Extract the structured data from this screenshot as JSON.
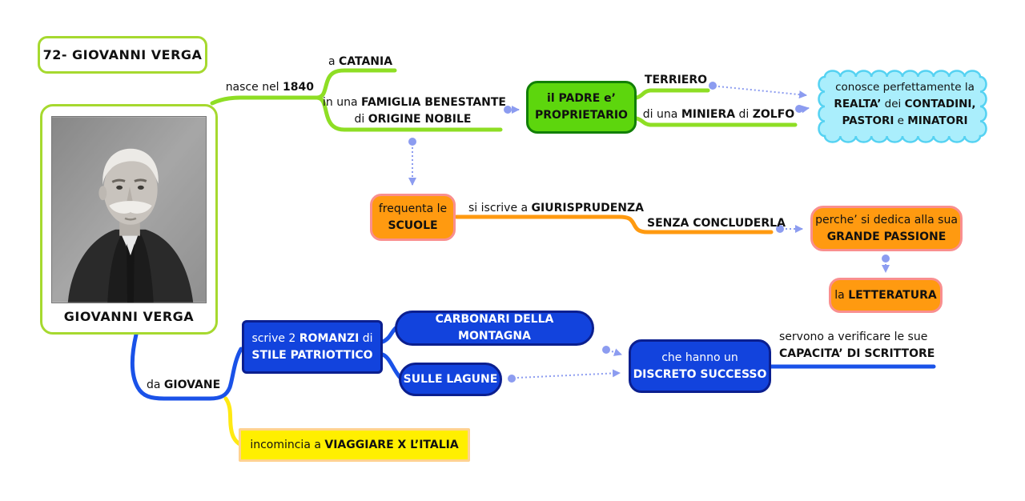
{
  "palette": {
    "green_line": "#8ede24",
    "green_border": "#a6d92f",
    "green_box_fill": "#5dd60d",
    "green_box_border": "#117f06",
    "orange_fill": "#ff9a10",
    "orange_border": "#f98f8f",
    "cyan_fill": "#aaeefc",
    "cyan_border": "#55d2f2",
    "blue_fill": "#1243dd",
    "blue_border": "#0b1f8f",
    "blue_line": "#1a52e8",
    "yellow_fill": "#ffef00",
    "yellow_border": "#ffd28f",
    "dotted_arrow": "#8c9cf0"
  },
  "title": {
    "text": "72- GIOVANNI VERGA"
  },
  "photo": {
    "caption": "GIOVANNI VERGA"
  },
  "labels": {
    "nasce": {
      "pre": "nasce nel ",
      "bold": "1840"
    },
    "catania": {
      "pre": "a ",
      "bold": "CATANIA"
    },
    "famiglia": {
      "l1pre": "in una ",
      "l1bold": "FAMIGLIA BENESTANTE",
      "l2pre": "di ",
      "l2bold": "ORIGINE NOBILE"
    },
    "terriero": {
      "bold": "TERRIERO"
    },
    "miniera": {
      "pre": "di una ",
      "bold1": "MINIERA",
      "mid": " di ",
      "bold2": "ZOLFO"
    },
    "giurisprudenza": {
      "pre": "si iscrive a ",
      "bold": "GIURISPRUDENZA"
    },
    "senza": {
      "bold": "SENZA CONCLUDERLA"
    },
    "servono": {
      "l1": "servono a verificare le sue",
      "l2bold": "CAPACITA’ DI SCRITTORE"
    },
    "giovane": {
      "pre": "da ",
      "bold": "GIOVANE"
    }
  },
  "boxes": {
    "padre": {
      "l1": "il PADRE e’",
      "l2": "PROPRIETARIO"
    },
    "cloud": {
      "l1": "conosce perfettamente la",
      "l2bold1": "REALTA’",
      "l2mid": " dei ",
      "l2bold2": "CONTADINI,",
      "l3bold1": "PASTORI",
      "l3mid": " e ",
      "l3bold2": "MINATORI"
    },
    "scuole": {
      "l1": "frequenta le",
      "l2bold": "SCUOLE"
    },
    "passione": {
      "l1": "perche’ si dedica alla sua",
      "l2bold": "GRANDE PASSIONE"
    },
    "letteratura": {
      "pre": "la ",
      "bold": "LETTERATURA"
    },
    "romanzi": {
      "l1pre": "scrive 2 ",
      "l1bold": "ROMANZI",
      "l1post": " di",
      "l2bold": "STILE PATRIOTTICO"
    },
    "carbonari": {
      "bold": "CARBONARI DELLA MONTAGNA"
    },
    "lagune": {
      "bold": "SULLE LAGUNE"
    },
    "successo": {
      "l1": "che hanno un",
      "l2bold": "DISCRETO SUCCESSO"
    },
    "viaggiare": {
      "pre": "incomincia a ",
      "bold": "VIAGGIARE X L’ITALIA"
    }
  }
}
